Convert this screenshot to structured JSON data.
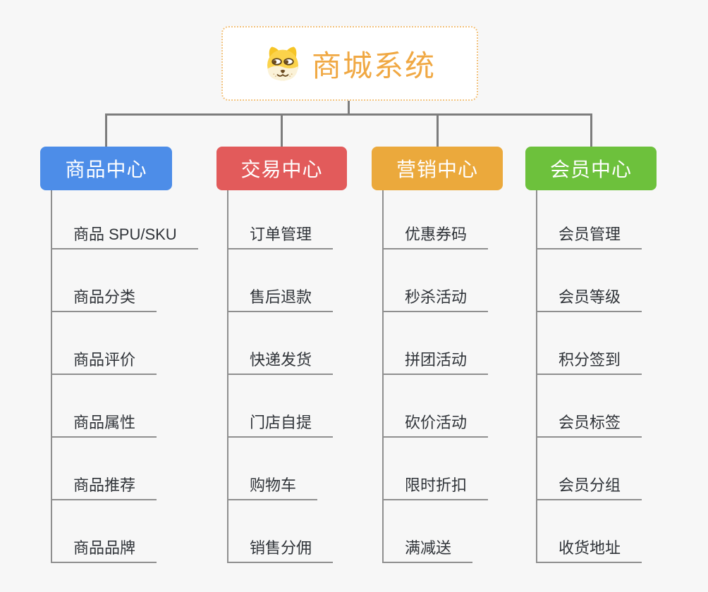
{
  "root": {
    "title": "商城系统",
    "icon": "dog-face-icon"
  },
  "colors": {
    "background": "#F7F7F7",
    "root_text": "#F0A843",
    "root_border": "#F2C27D",
    "connector": "#7D7D7D",
    "item_line": "#8F8F8F",
    "item_text": "#2F3338",
    "branch_text": "#FFFFFF"
  },
  "branches": [
    {
      "id": "product-center",
      "label": "商品中心",
      "color": "#4D8DE8",
      "children": [
        "商品 SPU/SKU",
        "商品分类",
        "商品评价",
        "商品属性",
        "商品推荐",
        "商品品牌"
      ]
    },
    {
      "id": "trade-center",
      "label": "交易中心",
      "color": "#E25B5B",
      "children": [
        "订单管理",
        "售后退款",
        "快递发货",
        "门店自提",
        "购物车",
        "销售分佣"
      ]
    },
    {
      "id": "marketing-center",
      "label": "营销中心",
      "color": "#EBA93C",
      "children": [
        "优惠券码",
        "秒杀活动",
        "拼团活动",
        "砍价活动",
        "限时折扣",
        "满减送"
      ]
    },
    {
      "id": "member-center",
      "label": "会员中心",
      "color": "#6DC13C",
      "children": [
        "会员管理",
        "会员等级",
        "积分签到",
        "会员标签",
        "会员分组",
        "收货地址"
      ]
    }
  ]
}
